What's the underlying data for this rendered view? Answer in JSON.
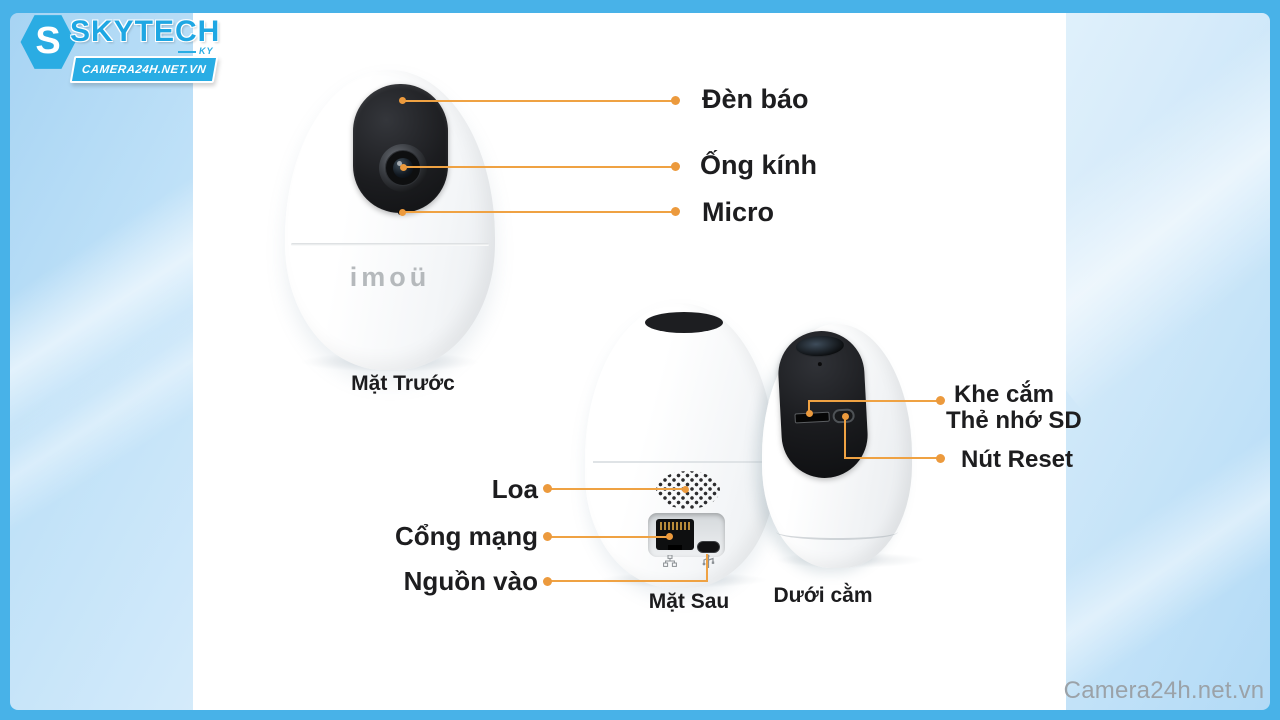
{
  "logo": {
    "monogram": "S",
    "title": "SKYTECH",
    "sub": "KY",
    "banner": "CAMERA24H.NET.VN"
  },
  "watermark": "Camera24h.net.vn",
  "front_view": {
    "caption": "Mặt Trước",
    "brand_text": "imoü",
    "labels": {
      "indicator": "Đèn báo",
      "lens": "Ống kính",
      "mic": "Micro"
    }
  },
  "back_view": {
    "caption": "Mặt Sau",
    "labels": {
      "speaker": "Loa",
      "ethernet": "Cổng mạng",
      "power": "Nguồn vào"
    }
  },
  "bottom_view": {
    "caption": "Dưới cằm",
    "labels": {
      "sd_line1": "Khe cắm",
      "sd_line2": "Thẻ nhớ SD",
      "reset": "Nút Reset"
    }
  },
  "colors": {
    "frame_blue": "#48B2E8",
    "logo_cyan": "#29ADE4",
    "accent_orange": "#EFA243",
    "label_text": "#1D1D1F"
  }
}
